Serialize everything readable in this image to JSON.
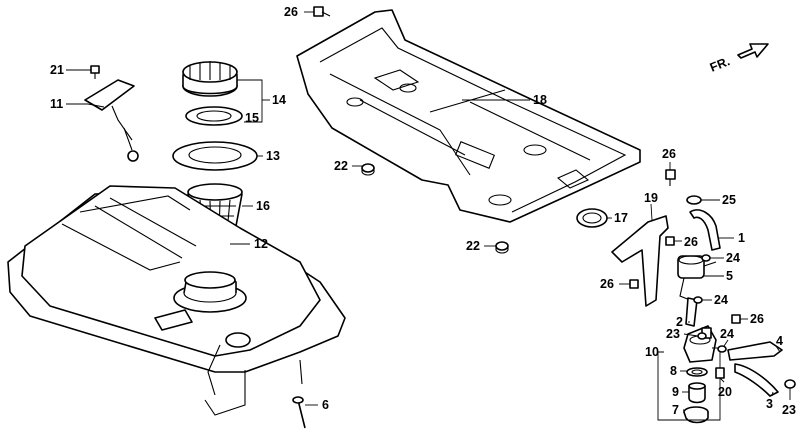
{
  "diagram": {
    "direction_label": "FR.",
    "parts": [
      {
        "id": "p26a",
        "number": "26"
      },
      {
        "id": "p21",
        "number": "21"
      },
      {
        "id": "p11",
        "number": "11"
      },
      {
        "id": "p14",
        "number": "14"
      },
      {
        "id": "p15",
        "number": "15"
      },
      {
        "id": "p18",
        "number": "18"
      },
      {
        "id": "p13",
        "number": "13"
      },
      {
        "id": "p22a",
        "number": "22"
      },
      {
        "id": "p26b",
        "number": "26"
      },
      {
        "id": "p16",
        "number": "16"
      },
      {
        "id": "p19",
        "number": "19"
      },
      {
        "id": "p25",
        "number": "25"
      },
      {
        "id": "p17",
        "number": "17"
      },
      {
        "id": "p12",
        "number": "12"
      },
      {
        "id": "p1",
        "number": "1"
      },
      {
        "id": "p22b",
        "number": "22"
      },
      {
        "id": "p26c",
        "number": "26"
      },
      {
        "id": "p24a",
        "number": "24"
      },
      {
        "id": "p5",
        "number": "5"
      },
      {
        "id": "p26d",
        "number": "26"
      },
      {
        "id": "p24b",
        "number": "24"
      },
      {
        "id": "p2",
        "number": "2"
      },
      {
        "id": "p26e",
        "number": "26"
      },
      {
        "id": "p23a",
        "number": "23"
      },
      {
        "id": "p24c",
        "number": "24"
      },
      {
        "id": "p10",
        "number": "10"
      },
      {
        "id": "p4",
        "number": "4"
      },
      {
        "id": "p8",
        "number": "8"
      },
      {
        "id": "p9",
        "number": "9"
      },
      {
        "id": "p20",
        "number": "20"
      },
      {
        "id": "p6",
        "number": "6"
      },
      {
        "id": "p3",
        "number": "3"
      },
      {
        "id": "p7",
        "number": "7"
      },
      {
        "id": "p23b",
        "number": "23"
      }
    ]
  }
}
